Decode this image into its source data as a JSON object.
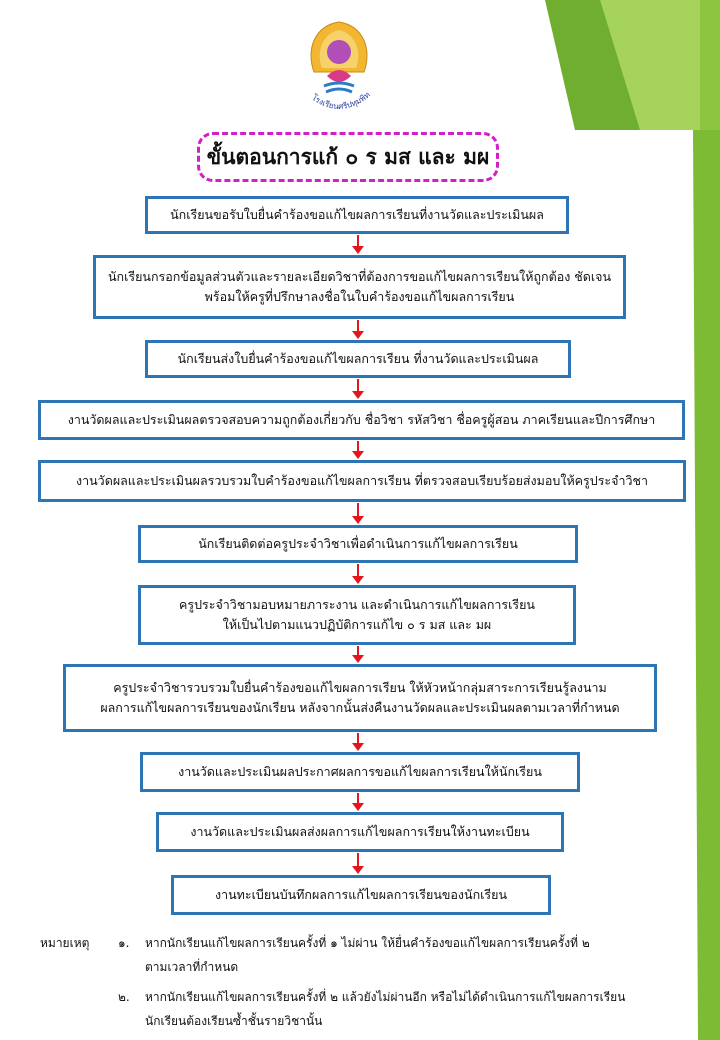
{
  "logo": {
    "caption": "โรงเรียนศรีปทุมพิทยาคม"
  },
  "title": "ขั้นตอนการแก้ ๐ ร มส และ มผ",
  "steps": [
    {
      "lines": [
        "นักเรียนขอรับใบยื่นคำร้องขอแก้ไขผลการเรียนที่งานวัดและประเมินผล"
      ]
    },
    {
      "lines": [
        "นักเรียนกรอกข้อมูลส่วนตัวและรายละเอียดวิชาที่ต้องการขอแก้ไขผลการเรียนให้ถูกต้อง ชัดเจน",
        "พร้อมให้ครูที่ปรึกษาลงชื่อในใบคำร้องขอแก้ไขผลการเรียน"
      ]
    },
    {
      "lines": [
        "นักเรียนส่งใบยื่นคำร้องขอแก้ไขผลการเรียน ที่งานวัดและประเมินผล"
      ]
    },
    {
      "lines": [
        "งานวัดผลและประเมินผลตรวจสอบความถูกต้องเกี่ยวกับ ชื่อวิชา รหัสวิชา ชื่อครูผู้สอน ภาคเรียนและปีการศึกษา"
      ]
    },
    {
      "lines": [
        "งานวัดผลและประเมินผลรวบรวมใบคำร้องขอแก้ไขผลการเรียน ที่ตรวจสอบเรียบร้อยส่งมอบให้ครูประจำวิชา"
      ]
    },
    {
      "lines": [
        "นักเรียนติดต่อครูประจำวิชาเพื่อดำเนินการแก้ไขผลการเรียน"
      ]
    },
    {
      "lines": [
        "ครูประจำวิชามอบหมายภาระงาน และดำเนินการแก้ไขผลการเรียน",
        "ให้เป็นไปตามแนวปฏิบัติการแก้ไข ๐ ร มส และ มผ"
      ]
    },
    {
      "lines": [
        "ครูประจำวิชารวบรวมใบยื่นคำร้องขอแก้ไขผลการเรียน ให้หัวหน้ากลุ่มสาระการเรียนรู้ลงนาม",
        "ผลการแก้ไขผลการเรียนของนักเรียน หลังจากนั้นส่งคืนงานวัดผลและประเมินผลตามเวลาที่กำหนด"
      ]
    },
    {
      "lines": [
        "งานวัดและประเมินผลประกาศผลการขอแก้ไขผลการเรียนให้นักเรียน"
      ]
    },
    {
      "lines": [
        "งานวัดและประเมินผลส่งผลการแก้ไขผลการเรียนให้งานทะเบียน"
      ]
    },
    {
      "lines": [
        "งานทะเบียนบันทึกผลการแก้ไขผลการเรียนของนักเรียน"
      ]
    }
  ],
  "remarks": {
    "label": "หมายเหตุ",
    "items": [
      {
        "num": "๑.",
        "lines": [
          "หากนักเรียนแก้ไขผลการเรียนครั้งที่ ๑ ไม่ผ่าน ให้ยื่นคำร้องขอแก้ไขผลการเรียนครั้งที่ ๒",
          "ตามเวลาที่กำหนด"
        ]
      },
      {
        "num": "๒.",
        "lines": [
          "หากนักเรียนแก้ไขผลการเรียนครั้งที่ ๒ แล้วยังไม่ผ่านอีก หรือไม่ได้ดำเนินการแก้ไขผลการเรียน",
          "นักเรียนต้องเรียนซ้ำชั้นรายวิชานั้น"
        ]
      }
    ]
  },
  "colors": {
    "box_border": "#2e75b6",
    "arrow": "#e3161d",
    "title_border": "#d020c8",
    "accent_green": "#8cc63f"
  }
}
